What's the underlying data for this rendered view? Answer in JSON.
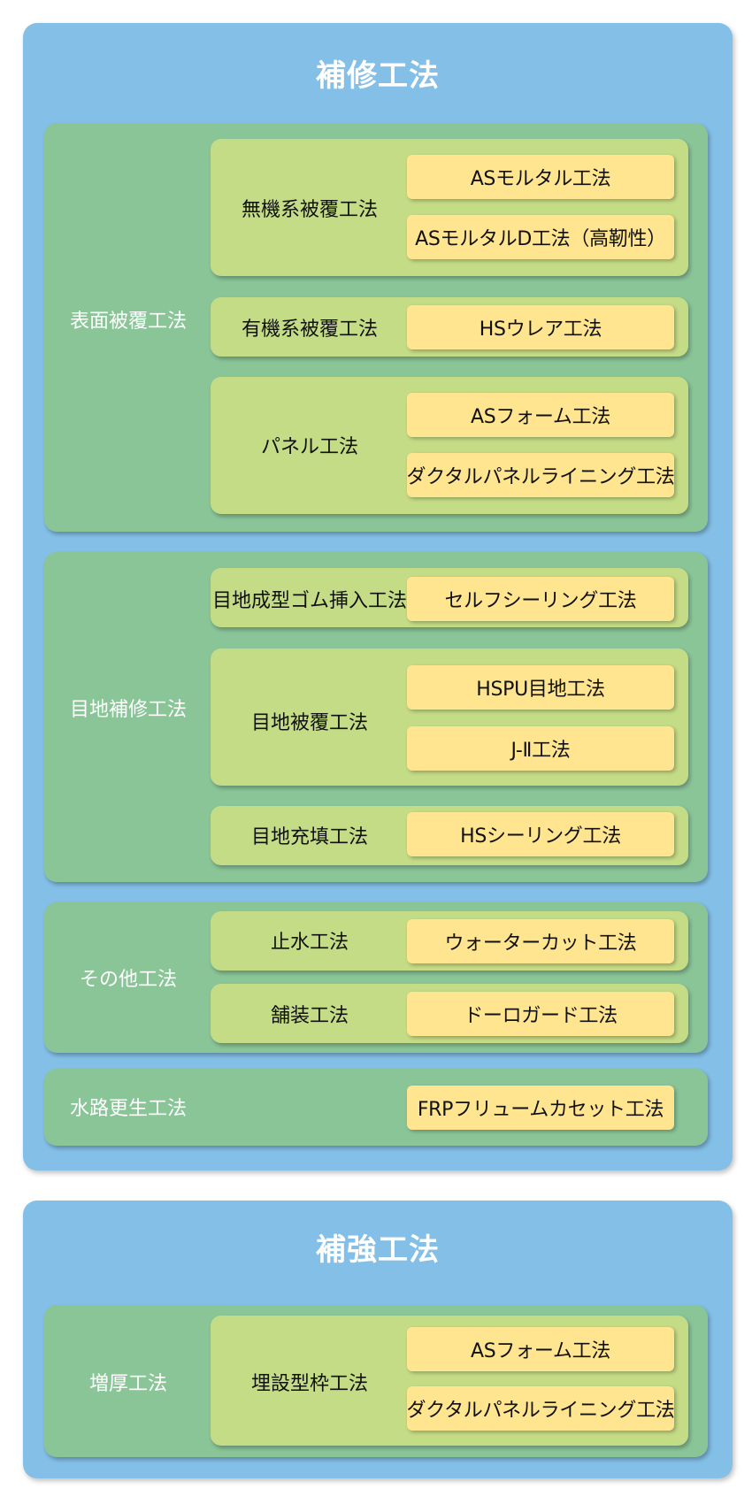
{
  "repair": {
    "title": "補修工法",
    "surface": {
      "label": "表面被覆工法",
      "inorganic": {
        "label": "無機系被覆工法",
        "m1": "ASモルタル工法",
        "m2": "ASモルタルD工法（高靭性）"
      },
      "organic": {
        "label": "有機系被覆工法",
        "m1": "HSウレア工法"
      },
      "panel": {
        "label": "パネル工法",
        "m1": "ASフォーム工法",
        "m2": "ダクタルパネルライニング工法"
      }
    },
    "joint": {
      "label": "目地補修工法",
      "rubber": {
        "label": "目地成型ゴム挿入工法",
        "m1": "セルフシーリング工法"
      },
      "cover": {
        "label": "目地被覆工法",
        "m1": "HSPU目地工法",
        "m2": "J-Ⅱ工法"
      },
      "fill": {
        "label": "目地充填工法",
        "m1": "HSシーリング工法"
      }
    },
    "other": {
      "label": "その他工法",
      "water": {
        "label": "止水工法",
        "m1": "ウォーターカット工法"
      },
      "paving": {
        "label": "舗装工法",
        "m1": "ドーロガード工法"
      }
    },
    "channel": {
      "label": "水路更生工法",
      "m1": "FRPフリュームカセット工法"
    }
  },
  "reinforce": {
    "title": "補強工法",
    "thick": {
      "label": "増厚工法",
      "form": {
        "label": "埋設型枠工法",
        "m1": "ASフォーム工法",
        "m2": "ダクタルパネルライニング工法"
      }
    }
  }
}
